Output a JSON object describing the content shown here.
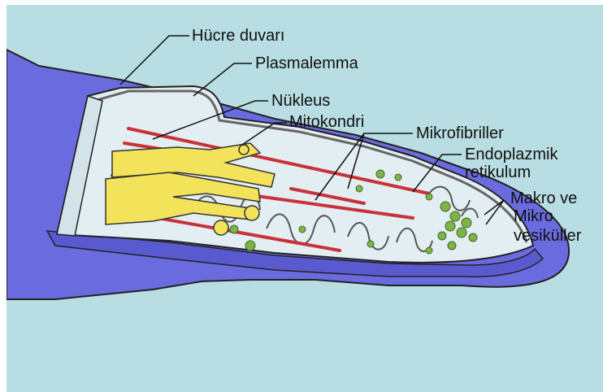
{
  "colors": {
    "background": "#b8dde2",
    "cell_wall": "#6b6be0",
    "cell_interior": "#e3eef3",
    "nucleus": "#f2e35a",
    "microfibril": "#c8323a",
    "vesicle": "#7fb24a",
    "leader_line": "#111111"
  },
  "labels": {
    "hucre_duvari": "Hücre duvarı",
    "plasmalemma": "Plasmalemma",
    "nukleus": "Nükleus",
    "mitokondri": "Mitokondri",
    "mikrofibriller": "Mikrofibriller",
    "endoplazmik_1": "Endoplazmik",
    "endoplazmik_2": "retikulum",
    "vesikul_1": "Makro ve",
    "vesikul_2": "Mikro",
    "vesikul_3": "vesiküller"
  }
}
